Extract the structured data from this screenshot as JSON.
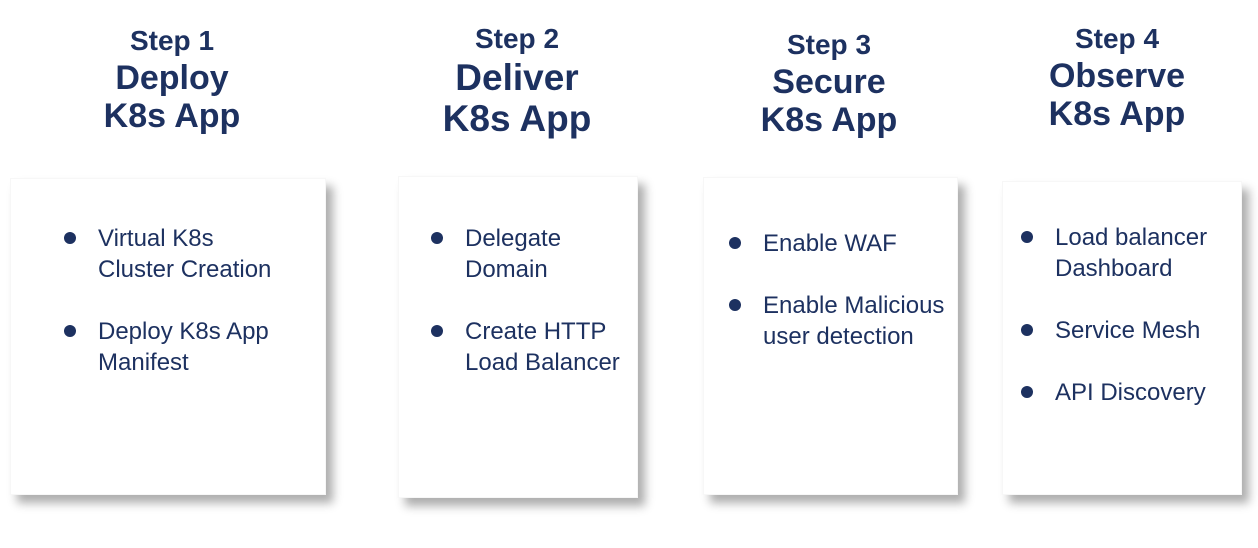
{
  "theme": {
    "text_color": "#1D3160",
    "card_background": "#FFFFFF",
    "page_background": "#FFFFFF"
  },
  "columns": [
    {
      "step": "Step 1",
      "title_lines": [
        "Deploy",
        "K8s App"
      ],
      "items": [
        {
          "lines": [
            "Virtual K8s",
            "Cluster Creation"
          ]
        },
        {
          "lines": [
            "Deploy K8s App",
            "Manifest"
          ]
        }
      ]
    },
    {
      "step": "Step 2",
      "title_lines": [
        "Deliver",
        "K8s App"
      ],
      "items": [
        {
          "lines": [
            "Delegate",
            "Domain"
          ]
        },
        {
          "lines": [
            "Create HTTP",
            "Load Balancer"
          ]
        }
      ]
    },
    {
      "step": "Step 3",
      "title_lines": [
        "Secure",
        "K8s App"
      ],
      "items": [
        {
          "lines": [
            "Enable WAF"
          ]
        },
        {
          "lines": [
            "Enable Malicious",
            "user detection"
          ]
        }
      ]
    },
    {
      "step": "Step 4",
      "title_lines": [
        "Observe",
        "K8s App"
      ],
      "items": [
        {
          "lines": [
            "Load balancer",
            "Dashboard"
          ]
        },
        {
          "lines": [
            "Service Mesh"
          ]
        },
        {
          "lines": [
            "API Discovery"
          ]
        }
      ]
    }
  ]
}
